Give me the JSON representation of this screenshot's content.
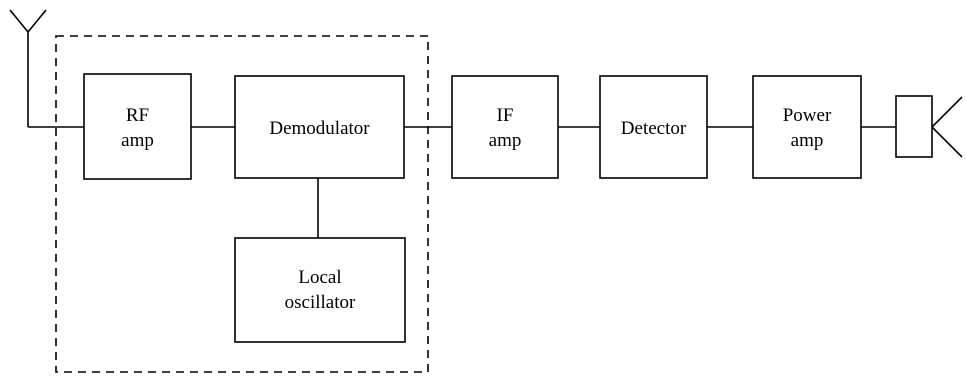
{
  "blocks": {
    "rf_amp": [
      "RF",
      "amp"
    ],
    "demodulator": [
      "Demodulator"
    ],
    "local_oscillator": [
      "Local",
      "oscillator"
    ],
    "if_amp": [
      "IF",
      "amp"
    ],
    "detector": [
      "Detector"
    ],
    "power_amp": [
      "Power",
      "amp"
    ]
  },
  "icons": {
    "input": "antenna-icon",
    "output": "speaker-icon"
  }
}
